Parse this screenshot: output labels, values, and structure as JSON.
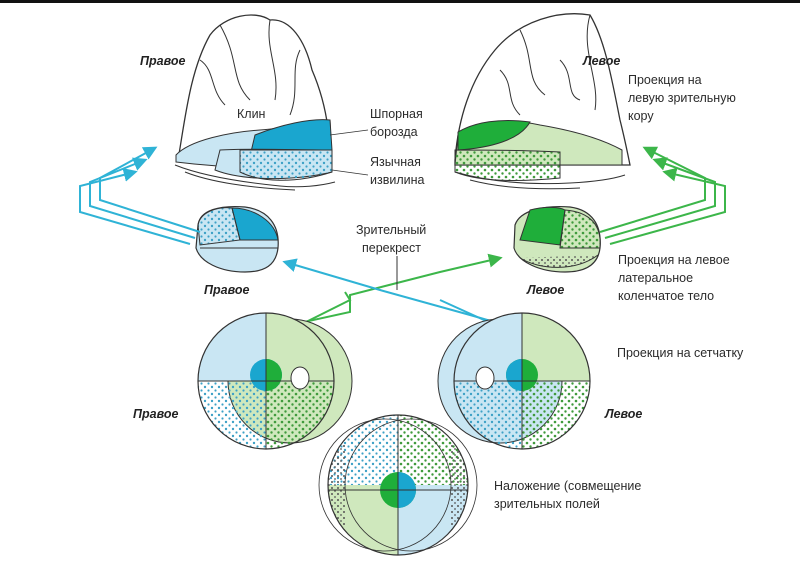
{
  "labels": {
    "right_top": "Правое",
    "left_top": "Левое",
    "cuneus": "Клин",
    "calcarine": [
      "Шпорная",
      "борозда"
    ],
    "lingual": [
      "Язычная",
      "извилина"
    ],
    "proj_left_cortex": [
      "Проекция на",
      "левую зрительную",
      "кору"
    ],
    "chiasm": [
      "Зрительный",
      "перекрест"
    ],
    "right_lgn": "Правое",
    "left_lgn": "Левое",
    "proj_left_lgn": [
      "Проекция на левое",
      "латеральное",
      "коленчатое тело"
    ],
    "proj_retina": "Проекция на сетчатку",
    "right_eye": "Правое",
    "left_eye": "Левое",
    "overlap": [
      "Наложение (совмещение",
      "зрительных полей"
    ]
  },
  "colors": {
    "blue_light": "#c9e6f3",
    "blue_mid": "#8fcfe6",
    "blue_dark": "#1aa6cf",
    "green_light": "#cfe8bd",
    "green_mid": "#9fd38a",
    "green_dark": "#1fae3a",
    "dot_blue": "#48a9c9",
    "dot_green": "#3f9a3c",
    "outline": "#333333"
  }
}
